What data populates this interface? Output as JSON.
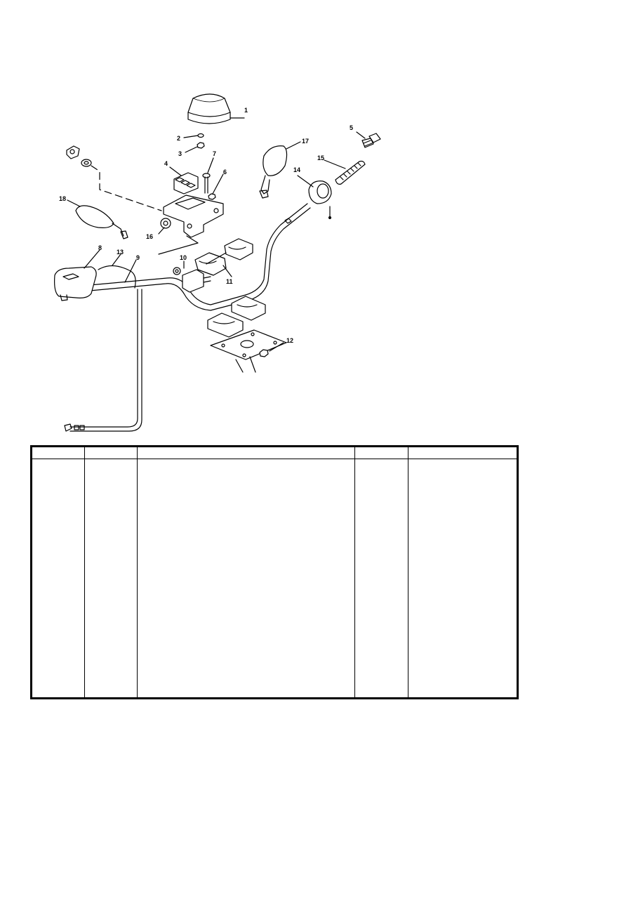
{
  "callouts": {
    "c1": "1",
    "c2": "2",
    "c3": "3",
    "c4": "4",
    "c5": "5",
    "c6": "6",
    "c7": "7",
    "c8": "8",
    "c9": "9",
    "c10": "10",
    "c11": "11",
    "c12": "12",
    "c13": "13",
    "c14": "14",
    "c15": "15",
    "c16": "16",
    "c17": "17",
    "c18": "18"
  },
  "table": {
    "columns": [
      "",
      "",
      "",
      "",
      ""
    ],
    "rows": []
  }
}
